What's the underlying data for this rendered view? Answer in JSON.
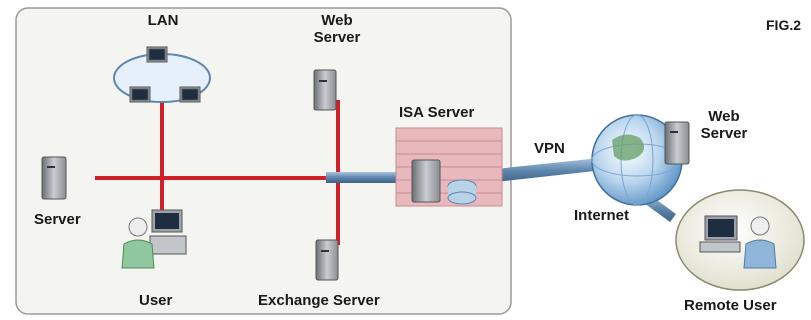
{
  "figure": {
    "label": "FIG.2"
  },
  "nodes": {
    "lan": "LAN",
    "web_server_internal": [
      "Web",
      "Server"
    ],
    "isa_server": "ISA Server",
    "server": "Server",
    "user": "User",
    "exchange_server": "Exchange Server",
    "vpn": "VPN",
    "internet": "Internet",
    "web_server_remote": [
      "Web",
      "Server"
    ],
    "remote_user": "Remote User"
  },
  "colors": {
    "lan_line": "#d0202a",
    "vpn_pipe": "#6f93b8",
    "panel_fill": "#f4f4f1",
    "panel_border": "#9a9a9a"
  }
}
